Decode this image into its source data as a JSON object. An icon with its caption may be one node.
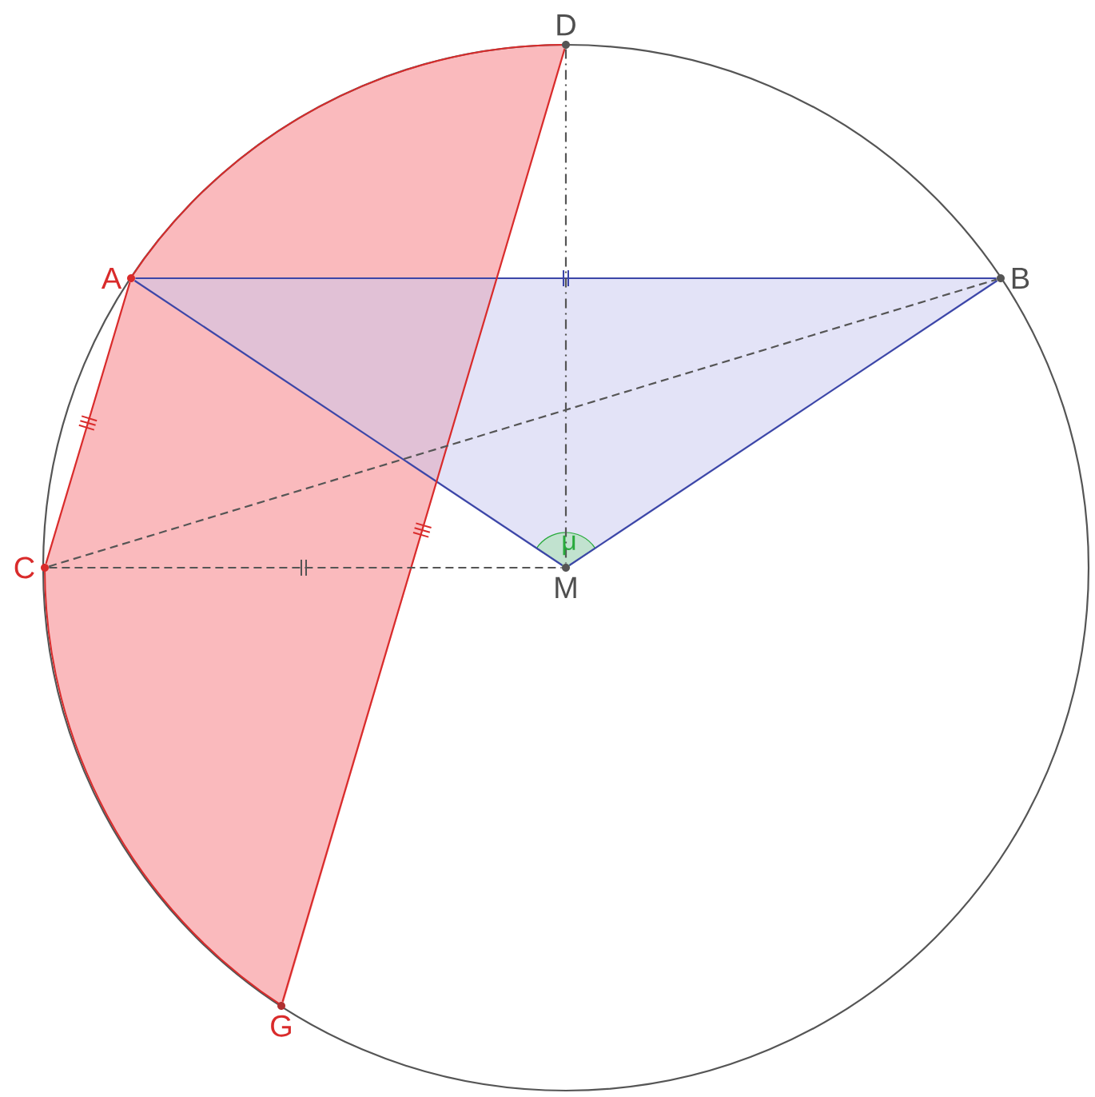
{
  "diagram": {
    "nodes": [
      {
        "text": [
          "D"
        ]
      },
      {
        "text": [
          "A"
        ]
      },
      {
        "text": [
          "B"
        ]
      },
      {
        "text": [
          "C"
        ]
      },
      {
        "text": [
          "M"
        ]
      },
      {
        "text": [
          "G"
        ]
      }
    ],
    "edges": [
      {
        "from": 1,
        "to": 2,
        "arrow": "none",
        "color": "#3c46a8"
      },
      {
        "from": 1,
        "to": 4,
        "arrow": "none",
        "color": "#3c46a8"
      },
      {
        "from": 4,
        "to": 2,
        "arrow": "none",
        "color": "#3c46a8"
      },
      {
        "from": 1,
        "to": 3,
        "arrow": "none",
        "color": "#d92b2b"
      },
      {
        "from": 0,
        "to": 5,
        "arrow": "none",
        "color": "#d92b2b"
      },
      {
        "from": 3,
        "to": 4,
        "arrow": "none",
        "style": "dashed",
        "color": "#555555"
      },
      {
        "from": 3,
        "to": 2,
        "arrow": "none",
        "style": "dashed",
        "color": "#555555"
      },
      {
        "from": 0,
        "to": 4,
        "arrow": "none",
        "style": "dashed",
        "color": "#555555"
      }
    ],
    "labels": [
      "μ"
    ]
  }
}
